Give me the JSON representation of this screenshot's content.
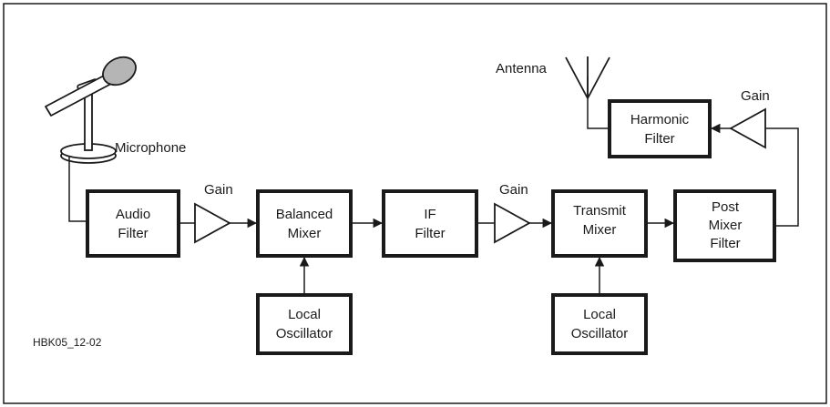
{
  "figure_id": "HBK05_12-02",
  "blocks": {
    "audio_filter": [
      "Audio",
      "Filter"
    ],
    "balanced_mixer": [
      "Balanced",
      "Mixer"
    ],
    "if_filter": [
      "IF",
      "Filter"
    ],
    "transmit_mixer": [
      "Transmit",
      "Mixer"
    ],
    "post_mixer_filter": [
      "Post",
      "Mixer",
      "Filter"
    ],
    "local_oscillator_1": [
      "Local",
      "Oscillator"
    ],
    "local_oscillator_2": [
      "Local",
      "Oscillator"
    ],
    "harmonic_filter": [
      "Harmonic",
      "Filter"
    ]
  },
  "labels": {
    "microphone": "Microphone",
    "antenna": "Antenna",
    "gain_1": "Gain",
    "gain_2": "Gain",
    "gain_3": "Gain"
  },
  "colors": {
    "line": "#1a1a1a",
    "mic_head": "#b5b5b5",
    "background": "#ffffff"
  },
  "icons": {
    "microphone": "microphone-icon",
    "antenna": "antenna-icon",
    "amplifier": "amplifier-triangle-icon"
  }
}
